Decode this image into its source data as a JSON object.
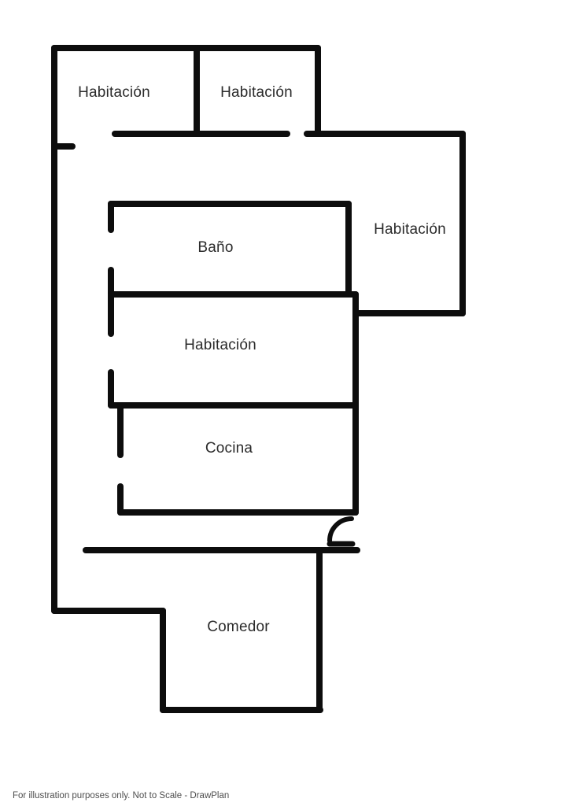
{
  "diagram": {
    "type": "floor-plan",
    "background": "#ffffff",
    "wall_color": "#0d0d0d",
    "label_color": "#2b2b2b",
    "rooms": [
      {
        "id": "habitacion-top-left",
        "label": "Habitación"
      },
      {
        "id": "habitacion-top-right",
        "label": "Habitación"
      },
      {
        "id": "habitacion-right",
        "label": "Habitación"
      },
      {
        "id": "bano",
        "label": "Baño"
      },
      {
        "id": "habitacion-middle",
        "label": "Habitación"
      },
      {
        "id": "cocina",
        "label": "Cocina"
      },
      {
        "id": "comedor",
        "label": "Comedor"
      }
    ]
  },
  "footer": {
    "text": "For illustration purposes only. Not to Scale - DrawPlan",
    "color": "#4d4d4d"
  }
}
